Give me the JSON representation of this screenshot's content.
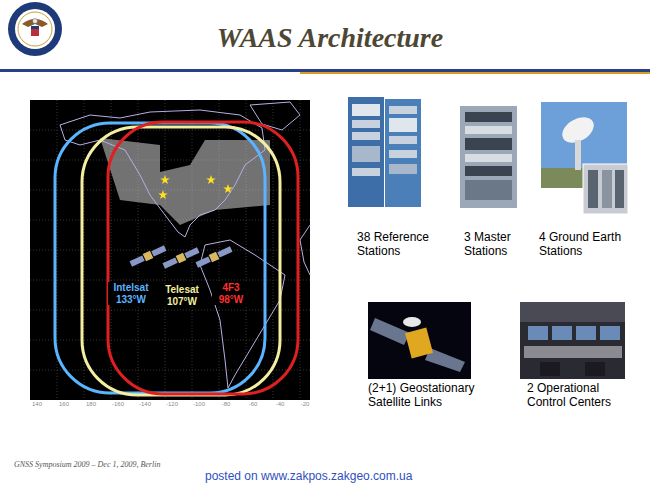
{
  "diagram": {
    "title": "WAAS Architecture",
    "labels": [
      "Intelsat 133°W",
      "Telesat 107°W",
      "4F3 98°W",
      "140",
      "160",
      "180",
      "-160",
      "-140",
      "-120",
      "-100",
      "-80",
      "-60",
      "-40",
      "-20",
      "38 Reference Stations",
      "3 Master Stations",
      "4 Ground Earth Stations",
      "(2+1) Geostationary Satellite Links",
      "2 Operational Control Centers",
      "GNSS Symposium 2009 – Dec 1, 2009, Berlin",
      "posted on www.zakpos.zakgeo.com.ua"
    ]
  }
}
